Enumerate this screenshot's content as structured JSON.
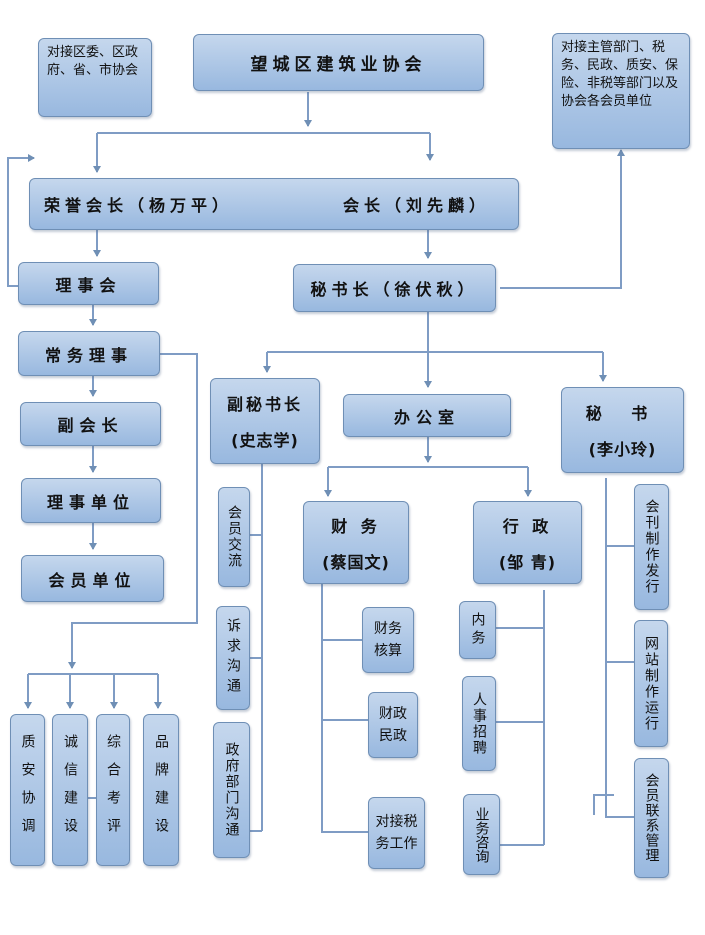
{
  "nodes": {
    "top": "望城区建筑业协会",
    "left_note": "对接区委、区政府、省、市协会",
    "right_note": "对接主管部门、税务、民政、质安、保险、非税等部门以及协会各会员单位",
    "honorary": "荣誉会长（杨万平）",
    "president": "会长（刘先麟）",
    "council": "理事会",
    "standing": "常务理事",
    "vice_pres": "副会长",
    "council_units": "理事单位",
    "member_units": "会员单位",
    "secretary_general": "秘书长（徐伏秋）",
    "deputy_sg_title": "副秘书长",
    "deputy_sg_name": "(史志学)",
    "office": "办公室",
    "secretary_title": "秘 书",
    "secretary_name": "(李小玲)",
    "finance_title": "财 务",
    "finance_name": "(蔡国文)",
    "admin_title": "行 政",
    "admin_name": "(邹 青)",
    "member_exchange": "会员交流",
    "appeal": "诉求沟通",
    "gov_comm": "政府部门沟通",
    "accounting": "财务核算",
    "fiscal": "财政民政",
    "tax": "对接税务工作",
    "internal": "内务",
    "hr": "人事招聘",
    "business": "业务咨询",
    "journal": "会刊制作发行",
    "website": "网站制作运行",
    "member_mgmt": "会员联系管理",
    "quality": "质安协调",
    "integrity": "诚信建设",
    "evaluation": "综合考评",
    "brand": "品牌建设"
  }
}
